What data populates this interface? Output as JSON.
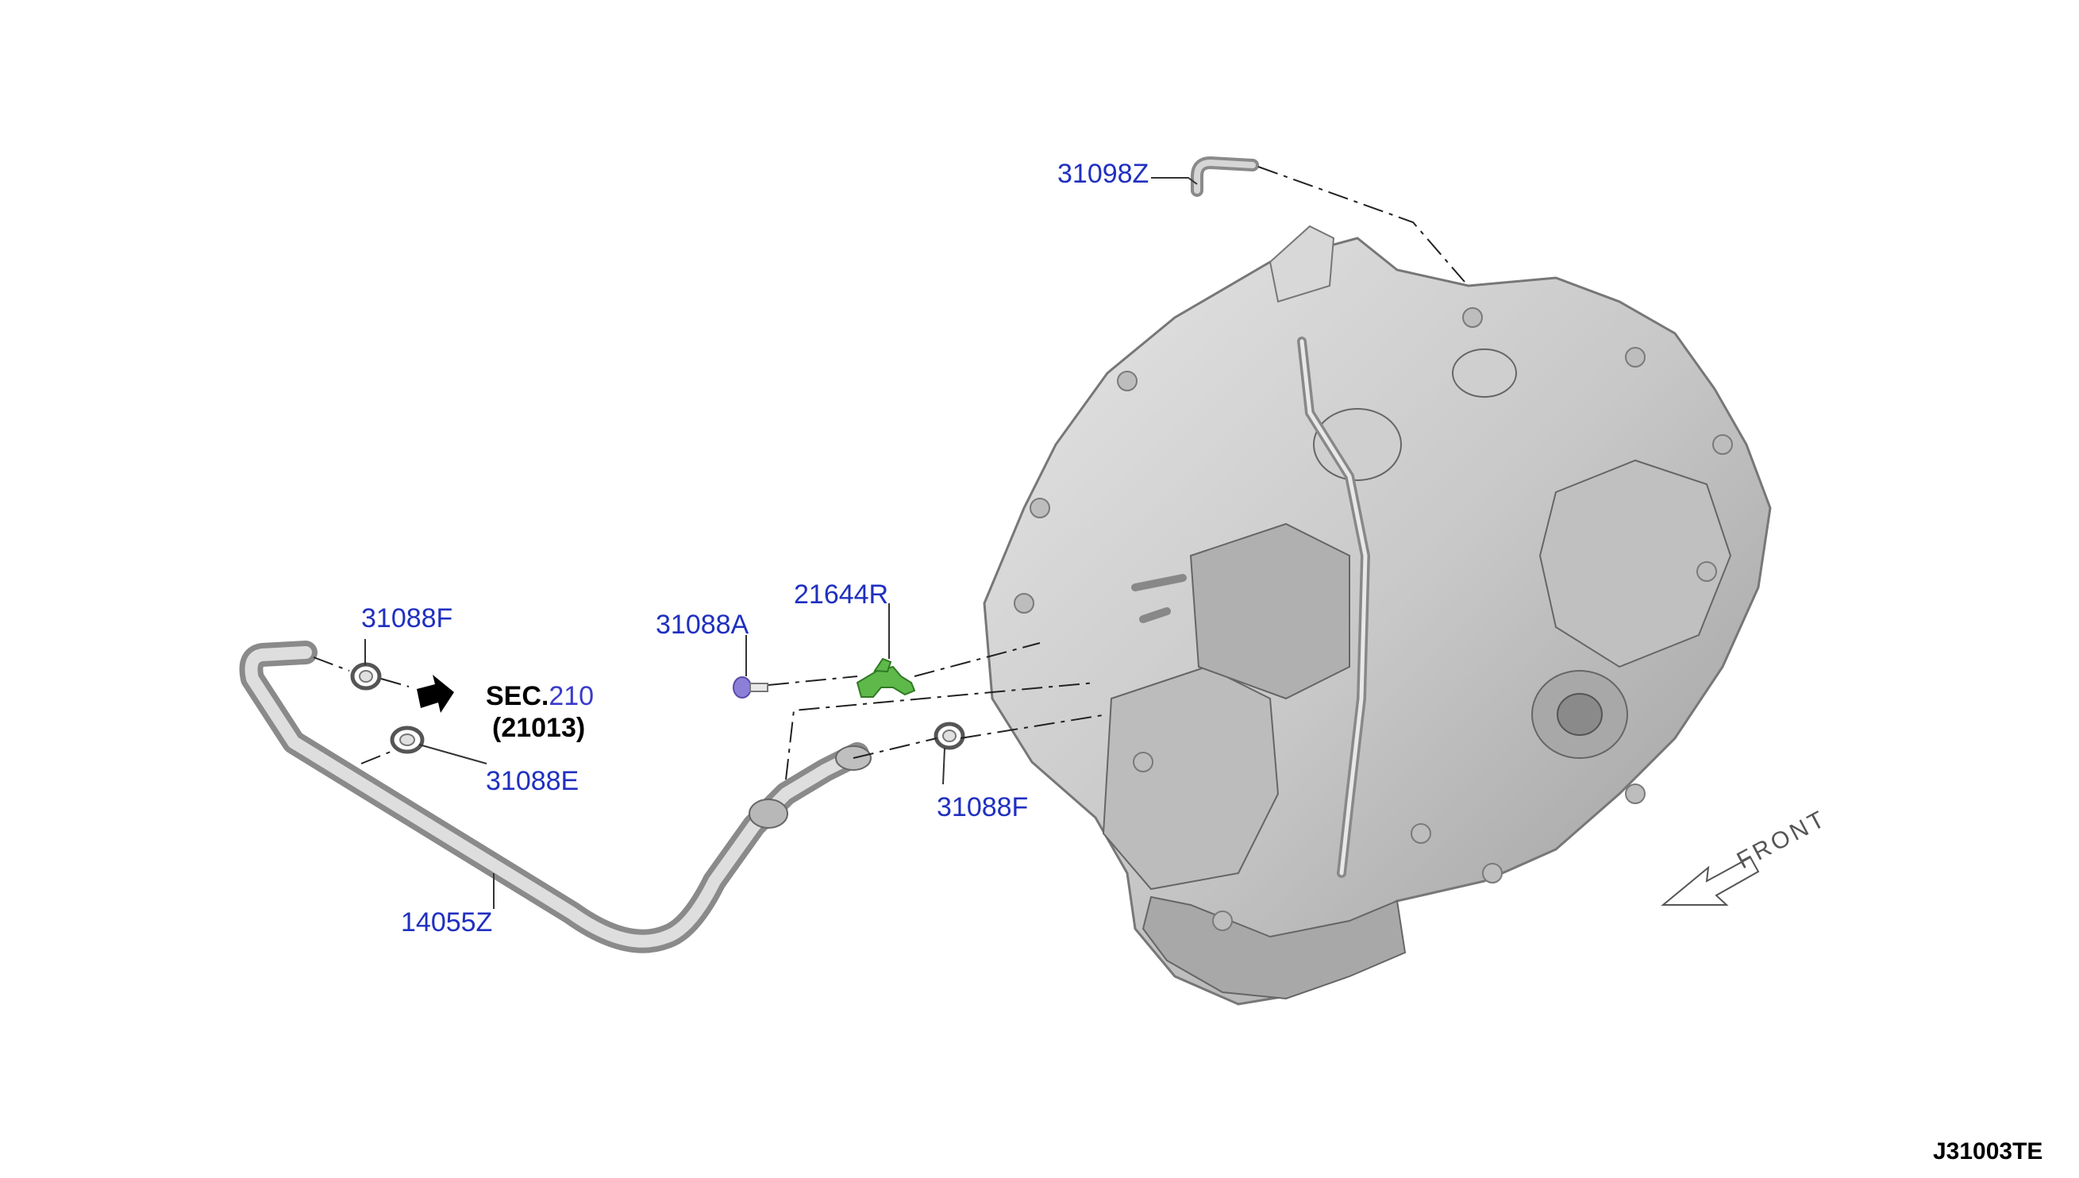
{
  "labels": {
    "p31098Z": "31098Z",
    "p31088F_top": "31088F",
    "p31088A": "31088A",
    "p21644R": "21644R",
    "p31088E": "31088E",
    "p31088F_bottom": "31088F",
    "p14055Z": "14055Z",
    "sec_word": "SEC.",
    "sec_number": "210",
    "sec_ref": "(21013)",
    "front": "FRONT",
    "diagram_code": "J31003TE"
  },
  "colors": {
    "part_number": "#2030c0",
    "section_number": "#3a3acc",
    "hose_clip_green": "#5fb84a",
    "bolt_purple": "#8c7fd8",
    "transmission_gray": "#c9c9c9"
  },
  "icons": {
    "direction_arrow": "arrow-right-icon",
    "front_arrow": "arrow-down-left-outline-icon"
  }
}
